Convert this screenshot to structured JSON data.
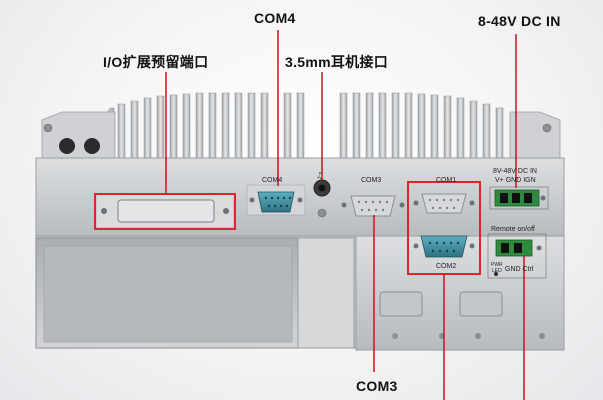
{
  "labels": {
    "com4": "COM4",
    "power": "8-48V DC IN",
    "io_expansion": "I/O扩展预留端口",
    "audio": "3.5mm耳机接口",
    "com3_bottom": "COM3"
  },
  "panel_text": {
    "com4": "COM4",
    "com3": "COM3",
    "com1": "COM1",
    "com2": "COM2",
    "dc_in_line1": "8V-48V DC IN",
    "dc_in_line2": "V+ GND IGN",
    "remote": "Remote on/off",
    "pwr": "PWR",
    "led": "LED",
    "gnd_ctrl": "GND Ctrl"
  },
  "colors": {
    "callout_line": "#c8141e",
    "highlight_box": "#e0242c",
    "chassis": "#c9cccf",
    "db9_connector": "#3f8fa0",
    "terminal_block": "#2e8b3e"
  }
}
